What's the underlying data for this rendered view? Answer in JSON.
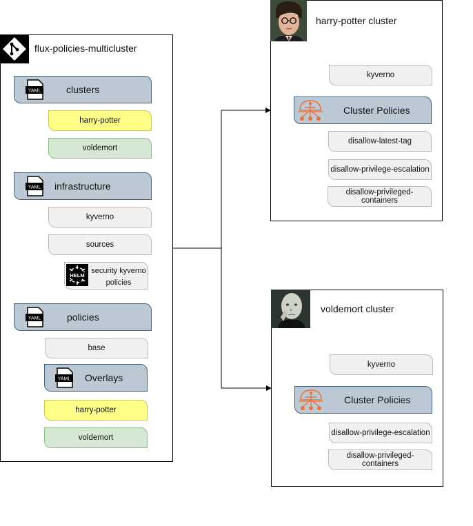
{
  "repo": {
    "title": "flux-policies-multicluster",
    "sections": {
      "clusters": {
        "label": "clusters",
        "items": [
          "harry-potter",
          "voldemort"
        ]
      },
      "infrastructure": {
        "label": "infrastructure",
        "items": [
          "kyverno",
          "sources"
        ],
        "helm_label": "security kyverno policies"
      },
      "policies": {
        "label": "policies",
        "base": "base",
        "overlays_label": "Overlays",
        "overlays": [
          "harry-potter",
          "voldemort"
        ]
      }
    },
    "yaml_icon_text": "YAML",
    "helm_icon_text": "HELM"
  },
  "harry_cluster": {
    "title": "harry-potter cluster",
    "kyverno": "kyverno",
    "policies_label": "Cluster Policies",
    "policies": [
      "disallow-latest-tag",
      "disallow-privilege-escalation",
      "disallow-privileged-containers"
    ]
  },
  "voldemort_cluster": {
    "title": "voldemort cluster",
    "kyverno": "kyverno",
    "policies_label": "Cluster Policies",
    "policies": [
      "disallow-privilege-escalation",
      "disallow-privileged-containers"
    ]
  },
  "colors": {
    "header_fill": "#bcc9d4",
    "yellow": "#ffff88",
    "green": "#d5e8d4",
    "grey": "#f0f0f0",
    "policy_icon": "#e8743b"
  }
}
